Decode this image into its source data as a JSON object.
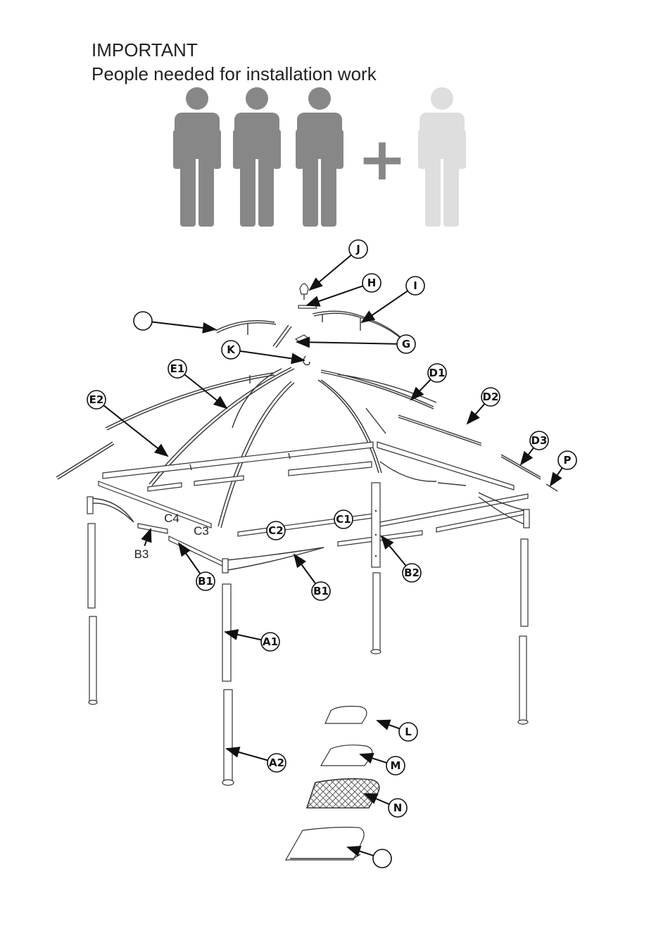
{
  "heading": {
    "line1": "IMPORTANT",
    "line2": "People needed for installation work"
  },
  "people": {
    "required_count": 3,
    "optional_count": 1,
    "plus_symbol": "+",
    "required_color": "#878787",
    "optional_color": "#dedede"
  },
  "callouts": [
    {
      "id": "J",
      "style": "circle"
    },
    {
      "id": "H",
      "style": "circle"
    },
    {
      "id": "I",
      "style": "circle"
    },
    {
      "id": "G",
      "style": "circle"
    },
    {
      "id": "K",
      "style": "circle"
    },
    {
      "id": "E1",
      "style": "circle"
    },
    {
      "id": "E2",
      "style": "circle"
    },
    {
      "id": "D1",
      "style": "circle"
    },
    {
      "id": "D2",
      "style": "circle"
    },
    {
      "id": "D3",
      "style": "circle"
    },
    {
      "id": "P",
      "style": "circle"
    },
    {
      "id": "C4",
      "style": "plain"
    },
    {
      "id": "C3",
      "style": "plain"
    },
    {
      "id": "C2",
      "style": "circle"
    },
    {
      "id": "C1",
      "style": "circle"
    },
    {
      "id": "B3",
      "style": "plain"
    },
    {
      "id": "B1",
      "style": "circle"
    },
    {
      "id": "B1",
      "style": "circle"
    },
    {
      "id": "B2",
      "style": "circle"
    },
    {
      "id": "A1",
      "style": "circle"
    },
    {
      "id": "A2",
      "style": "circle"
    },
    {
      "id": "L",
      "style": "circle"
    },
    {
      "id": "M",
      "style": "circle"
    },
    {
      "id": "N",
      "style": "circle"
    },
    {
      "id": "",
      "style": "circle"
    },
    {
      "id": "",
      "style": "circle"
    }
  ]
}
